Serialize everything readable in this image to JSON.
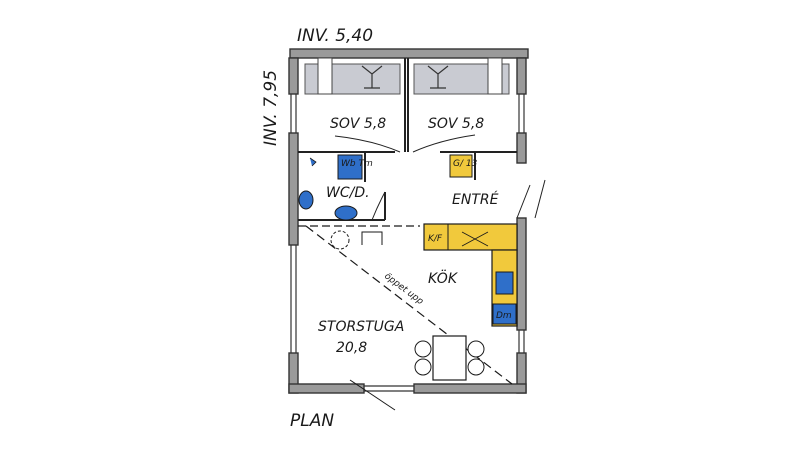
{
  "drawing": {
    "width_label": "INV. 5,40",
    "depth_label": "INV. 7,95",
    "caption": "PLAN"
  },
  "rooms": {
    "bedroom_left": "SOV 5,8",
    "bedroom_right": "SOV 5,8",
    "wc": "WC/D.",
    "entry": "ENTRÉ",
    "kitchen": "KÖK",
    "living_name": "STORSTUGA",
    "living_area": "20,8",
    "open_ceiling": "öppet upp"
  },
  "fixtures": {
    "washer_dryer": "Wb Tm",
    "wardrobe": "G/ 13",
    "fridge_freezer": "K/F",
    "dishwasher": "Dm"
  },
  "colors": {
    "wall_fill": "#9a9a9a",
    "wall_line": "#333333",
    "bed_fill": "#c9cbd2",
    "accent_blue": "#2f6fc9",
    "accent_yellow": "#f1c93c",
    "line": "#1a1a1a"
  }
}
